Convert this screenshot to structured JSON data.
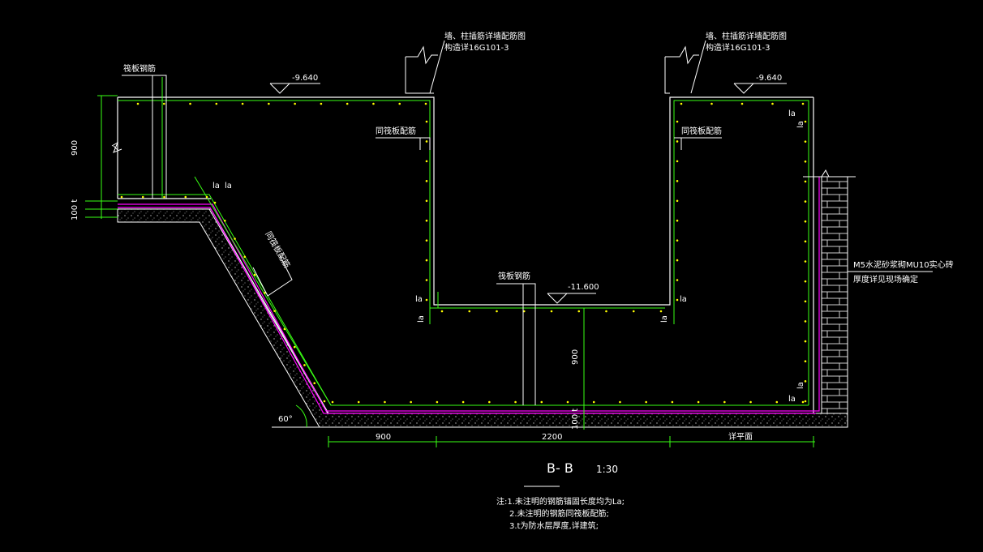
{
  "colors": {
    "background": "#000000",
    "concrete_outline": "#ffffff",
    "rebar_line": "#39ff14",
    "rebar_dot": "#ffff00",
    "waterproof_layer": "#ff00ff",
    "dimension_line": "#39ff14",
    "text": "#ffffff"
  },
  "labels": {
    "raft_rebar_top_left": "筏板钢筋",
    "wall_anchor_left_line1": "墙、柱插筋详墙配筋图",
    "wall_anchor_left_line2": "构造详16G101-3",
    "wall_anchor_right_line1": "墙、柱插筋详墙配筋图",
    "wall_anchor_right_line2": "构造详16G101-3",
    "same_raft_left": "同筏板配筋",
    "same_raft_right": "同筏板配筋",
    "slope_rebar": "同筏板配筋",
    "pit_raft_rebar": "筏板钢筋",
    "brick_wall_line1": "M5水泥砂浆砌MU10实心砖",
    "brick_wall_line2": "厚度详见现场确定",
    "angle": "60°"
  },
  "elevations": {
    "left": "-9.640",
    "right": "-9.640",
    "pit": "-11.600"
  },
  "la_marks": [
    "la",
    "la",
    "la",
    "la",
    "la",
    "la",
    "la",
    "la",
    "la",
    "la"
  ],
  "dimensions": {
    "left_vertical_900": "900",
    "left_vertical_100t": "100 t",
    "pit_vertical_900": "900",
    "bottom_100t": "100 t",
    "bottom_900": "900",
    "bottom_2200": "2200",
    "bottom_detail": "详平面"
  },
  "title": {
    "section": "B- B",
    "scale": "1:30"
  },
  "notes": [
    "注:1.未注明的钢筋锚固长度均为La;",
    "2.未注明的钢筋同筏板配筋;",
    "3.t为防水层厚度,详建筑;"
  ]
}
